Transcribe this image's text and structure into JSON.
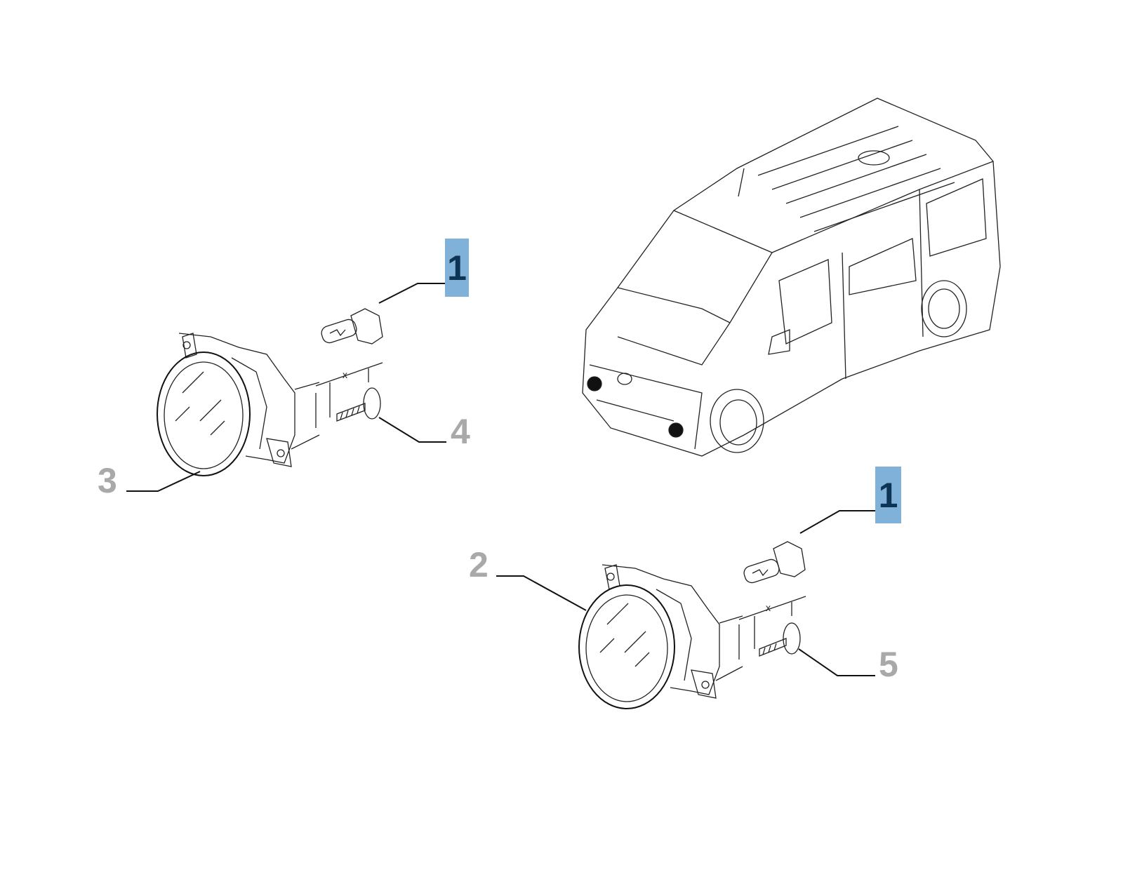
{
  "diagram": {
    "callouts": [
      {
        "id": "1",
        "label": "1",
        "highlighted": true
      },
      {
        "id": "4",
        "label": "4",
        "highlighted": false
      },
      {
        "id": "3",
        "label": "3",
        "highlighted": false
      },
      {
        "id": "1b",
        "label": "1",
        "highlighted": true
      },
      {
        "id": "2",
        "label": "2",
        "highlighted": false
      },
      {
        "id": "5",
        "label": "5",
        "highlighted": false
      }
    ],
    "dimension_labels": [
      "x",
      "x"
    ],
    "colors": {
      "highlight": "#7fb1d9",
      "highlight_text": "#0d3454",
      "callout_grey": "#a9a9a9",
      "line": "#111111"
    }
  }
}
